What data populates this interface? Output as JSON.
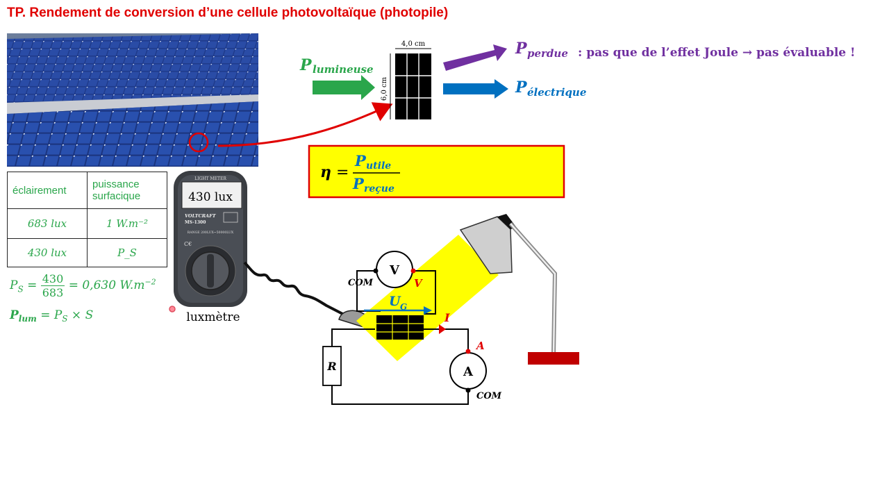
{
  "title": "TP. Rendement de conversion d’une cellule photovoltaïque (photopile)",
  "table": {
    "rows": [
      [
        "éclairement",
        "puissance surfacique"
      ],
      [
        "683 lux",
        "1 W.m⁻²"
      ],
      [
        "430 lux",
        "P_S"
      ]
    ]
  },
  "formulas": {
    "ps_lhs": "P",
    "ps_sub": "S",
    "ps_num": "430",
    "ps_den": "683",
    "ps_result": "= 0,630 W.m",
    "ps_exp": "−2",
    "plum_label": "P",
    "plum_sub": "lum",
    "plum_rhs_a": " = P",
    "plum_rhs_sub": "S",
    "plum_rhs_b": " × S"
  },
  "luxmeter": {
    "display": "430 lux",
    "brand": "VOLTCRAFT",
    "model": "MS-1300",
    "header": "LIGHT METER",
    "range": "RANGE 200LUX~50000LUX",
    "caption": "luxmètre"
  },
  "power_diagram": {
    "p_lumineuse": "P",
    "p_lumineuse_sub": "lumineuse",
    "p_perdue": "P",
    "p_perdue_sub": "perdue",
    "p_perdue_note": ": pas que de l’effet Joule → pas évaluable !",
    "p_electrique": "P",
    "p_electrique_sub": "électrique",
    "cell_width": "4,0 cm",
    "cell_height": "6,0 cm"
  },
  "efficiency": {
    "eta": "η",
    "equals": "=",
    "num": "P",
    "num_sub": "utile",
    "den": "P",
    "den_sub": "reçue"
  },
  "circuit": {
    "voltmeter": "V",
    "voltmeter_com": "COM",
    "voltmeter_v": "V",
    "ammeter": "A",
    "ammeter_a": "A",
    "ammeter_com": "COM",
    "resistor": "R",
    "ug": "U",
    "ug_sub": "G",
    "current": "I"
  },
  "colors": {
    "title": "#e00000",
    "green": "#2aa64b",
    "purple": "#7030a0",
    "blue": "#0070c0",
    "highlight_fill": "#ffff00",
    "highlight_border": "#e00000"
  }
}
